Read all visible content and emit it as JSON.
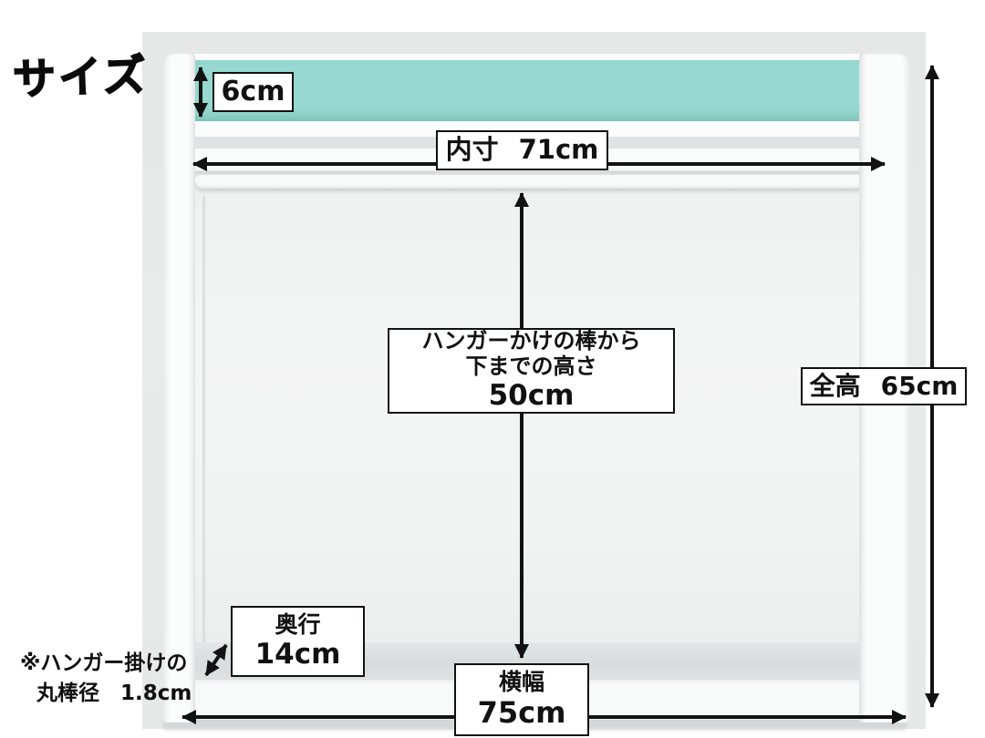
{
  "title": "サイズ",
  "dimensions": {
    "shelf_height": {
      "value": "6cm"
    },
    "inner_width": {
      "label": "内寸",
      "value": "71cm"
    },
    "rod_to_bottom": {
      "label_line1": "ハンガーかけの棒から",
      "label_line2": "下までの高さ",
      "value": "50cm"
    },
    "total_height": {
      "label": "全高",
      "value": "65cm"
    },
    "depth": {
      "label": "奥行",
      "value": "14cm"
    },
    "width": {
      "label": "横幅",
      "value": "75cm"
    }
  },
  "footnote": {
    "line1": "※ハンガー掛けの",
    "line2": "丸棒径　1.8cm"
  },
  "colors": {
    "shelf_teal": "#97d8d0",
    "photo_background": "#e8eaea",
    "annotation_black": "#111111"
  }
}
